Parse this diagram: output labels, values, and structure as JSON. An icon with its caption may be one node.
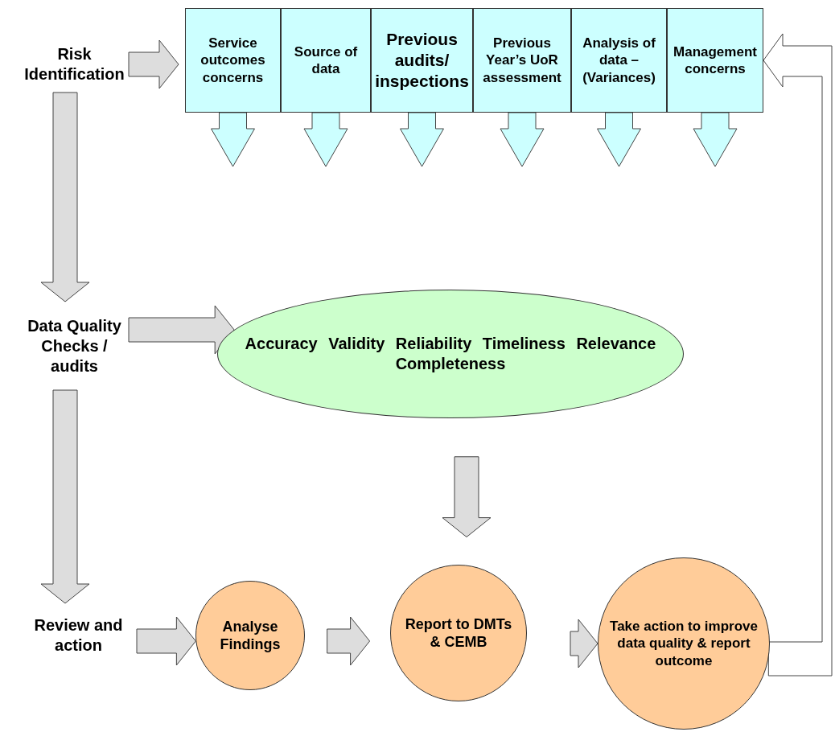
{
  "diagram": {
    "nodes": [
      {
        "text": [
          "Risk Identification"
        ]
      },
      {
        "text": [
          "Service outcomes concerns"
        ]
      },
      {
        "text": [
          "Source of data"
        ]
      },
      {
        "text": [
          "Previous audits/ inspections"
        ]
      },
      {
        "text": [
          "Previous Year’s UoR assessment"
        ]
      },
      {
        "text": [
          "Analysis of data – (Variances)"
        ]
      },
      {
        "text": [
          "Management concerns"
        ]
      },
      {
        "text": [
          "Data Quality Checks / audits"
        ]
      },
      {
        "text": [
          "Accuracy Validity Reliability Timeliness Relevance Completeness"
        ]
      },
      {
        "text": [
          "Review and action"
        ]
      },
      {
        "text": [
          "Analyse Findings"
        ]
      },
      {
        "text": [
          "Report to DMTs & CEMB"
        ]
      },
      {
        "text": [
          "Take action to improve data quality & report outcome"
        ]
      }
    ],
    "edges": [
      {
        "from": 0,
        "to": 1,
        "arrow": "to"
      },
      {
        "from": 1,
        "to": null,
        "arrow": "to",
        "color": "#ccffff"
      },
      {
        "from": 2,
        "to": null,
        "arrow": "to",
        "color": "#ccffff"
      },
      {
        "from": 3,
        "to": null,
        "arrow": "to",
        "color": "#ccffff"
      },
      {
        "from": 4,
        "to": null,
        "arrow": "to",
        "color": "#ccffff"
      },
      {
        "from": 5,
        "to": null,
        "arrow": "to",
        "color": "#ccffff"
      },
      {
        "from": 6,
        "to": null,
        "arrow": "to",
        "color": "#ccffff"
      },
      {
        "from": 0,
        "to": 7,
        "arrow": "to"
      },
      {
        "from": 7,
        "to": 8,
        "arrow": "to"
      },
      {
        "from": 7,
        "to": 9,
        "arrow": "to"
      },
      {
        "from": 9,
        "to": 10,
        "arrow": "to"
      },
      {
        "from": 10,
        "to": 11,
        "arrow": "to"
      },
      {
        "from": 11,
        "to": 12,
        "arrow": "to"
      },
      {
        "from": 8,
        "to": 11,
        "arrow": "to"
      },
      {
        "from": 12,
        "to": 6,
        "arrow": "to"
      }
    ]
  }
}
